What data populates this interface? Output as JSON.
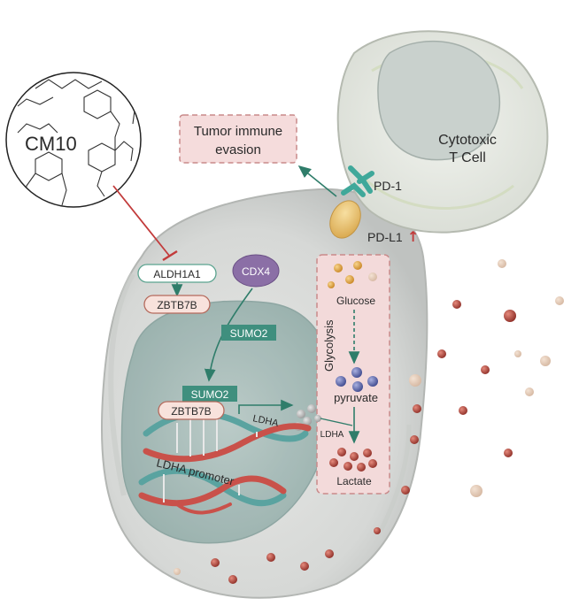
{
  "molecule": {
    "label": "CM10"
  },
  "evasion_box": {
    "line1": "Tumor immune",
    "line2": "evasion"
  },
  "tcell": {
    "line1": "Cytotoxic",
    "line2": "T Cell"
  },
  "receptors": {
    "pd1": "PD-1",
    "pdl1": "PD-L1",
    "pdl1_arrow": "↑"
  },
  "pathway": {
    "aldh1a1": "ALDH1A1",
    "zbtb7b_top": "ZBTB7B",
    "cdx4": "CDX4",
    "sumo2_free": "SUMO2",
    "sumo2_bound": "SUMO2",
    "zbtb7b_nucleus": "ZBTB7B",
    "ldha_transcript": "LDHA",
    "promoter": "LDHA promoter"
  },
  "glycolysis": {
    "title": "Glycolysis",
    "glucose": "Glucose",
    "pyruvate": "pyruvate",
    "enzyme": "LDHA",
    "lactate": "Lactate"
  },
  "colors": {
    "cell_fill": "#d9dbd9",
    "nucleus_fill": "#9fb6b3",
    "teal_label": "#3f8f7e",
    "arrow_green": "#2f7d6a",
    "inhibit_red": "#c23b3b",
    "pink_box": "#f5dcdc",
    "cdx4_purple": "#8b6fa6",
    "dna_red": "#c9514a",
    "dna_teal": "#5aa3a0",
    "lactate_dot": "#b5473e",
    "glucose_dot": "#e4a23a",
    "pyruvate_dot": "#5b66a8"
  }
}
